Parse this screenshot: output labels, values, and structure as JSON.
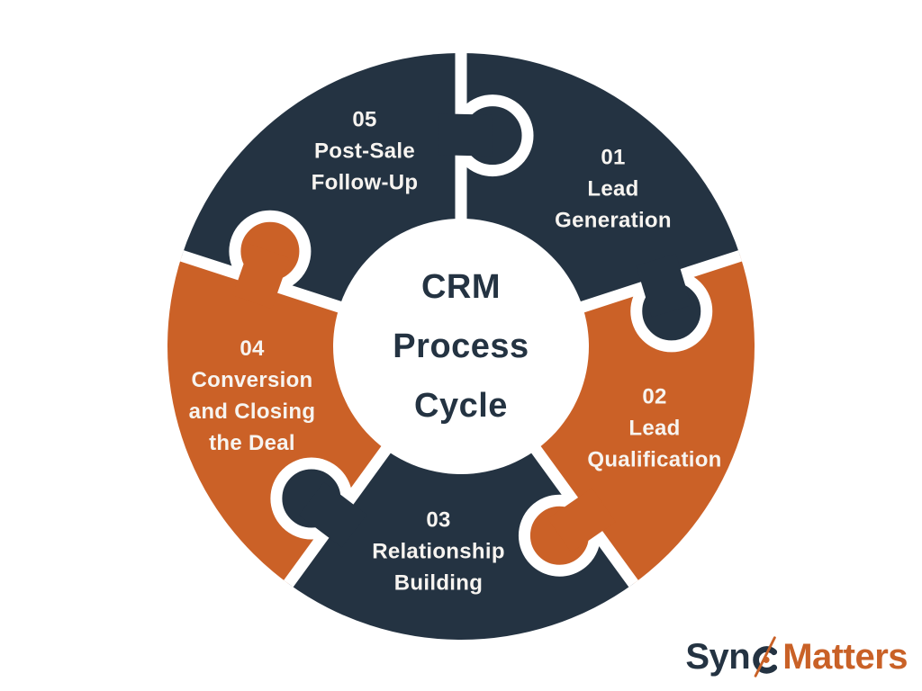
{
  "diagram": {
    "center": {
      "lines": [
        "CRM",
        "Process",
        "Cycle"
      ]
    },
    "segments": [
      {
        "number": "01",
        "lines": [
          "01",
          "Lead",
          "Generation"
        ],
        "color": "navy"
      },
      {
        "number": "02",
        "lines": [
          "02",
          "Lead",
          "Qualification"
        ],
        "color": "orange"
      },
      {
        "number": "03",
        "lines": [
          "03",
          "Relationship",
          "Building"
        ],
        "color": "navy"
      },
      {
        "number": "04",
        "lines": [
          "04",
          "Conversion",
          "and Closing",
          "the Deal"
        ],
        "color": "orange"
      },
      {
        "number": "05",
        "lines": [
          "05",
          "Post-Sale",
          "Follow-Up"
        ],
        "color": "navy"
      }
    ]
  },
  "colors": {
    "navy": "#243342",
    "orange": "#CB6127",
    "label_text": "#F7F4F0",
    "center_text": "#243342",
    "background": "#FFFFFF",
    "divider": "#FFFFFF",
    "logo_navy": "#243342",
    "logo_orange": "#C96127"
  },
  "logo": {
    "prefix": "Syn",
    "icon": "sync-c-icon",
    "suffix": "Matters"
  }
}
